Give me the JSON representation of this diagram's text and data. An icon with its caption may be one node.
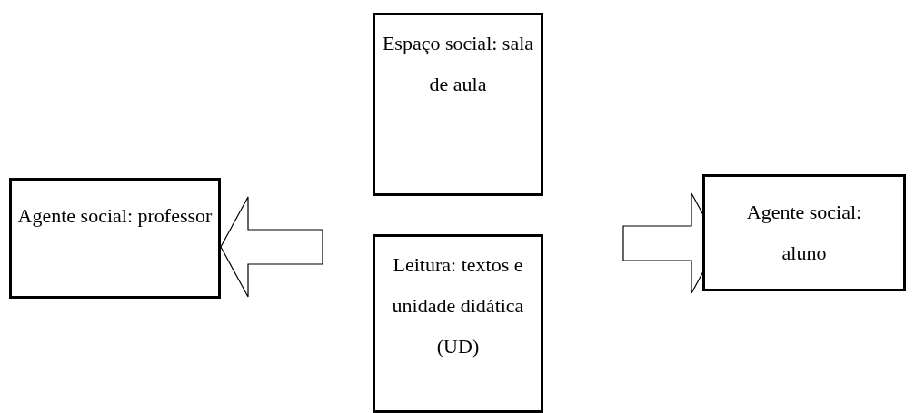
{
  "diagram": {
    "nodes": [
      {
        "text": [
          "Espaço social: sala de aula"
        ]
      },
      {
        "text": [
          "Leitura: textos e unidade didática (UD)"
        ]
      },
      {
        "text": [
          "Agente social: professor"
        ]
      },
      {
        "text": [
          "Agente social: aluno"
        ]
      }
    ],
    "edges": [
      {
        "from": null,
        "to": 2,
        "arrow": "to"
      },
      {
        "from": null,
        "to": 3,
        "arrow": "to"
      }
    ]
  }
}
